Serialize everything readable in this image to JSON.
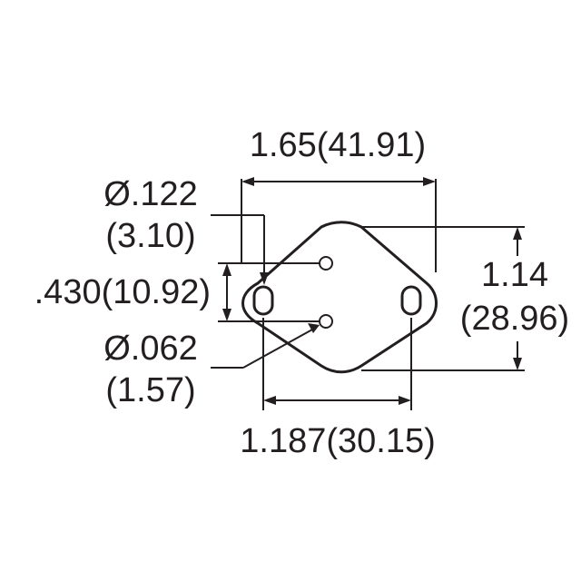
{
  "labels": {
    "overall_width": "1.65(41.91)",
    "mounting_hole_dia": "Ø.122",
    "mounting_hole_dia_mm": "(3.10)",
    "pin_spacing": ".430(10.92)",
    "pin_dia": "Ø.062",
    "pin_dia_mm": "(1.57)",
    "overall_height": "1.14",
    "overall_height_mm": "(28.96)",
    "hole_spacing": "1.187(30.15)"
  },
  "colors": {
    "ink": "#231f20",
    "background": "#ffffff"
  }
}
